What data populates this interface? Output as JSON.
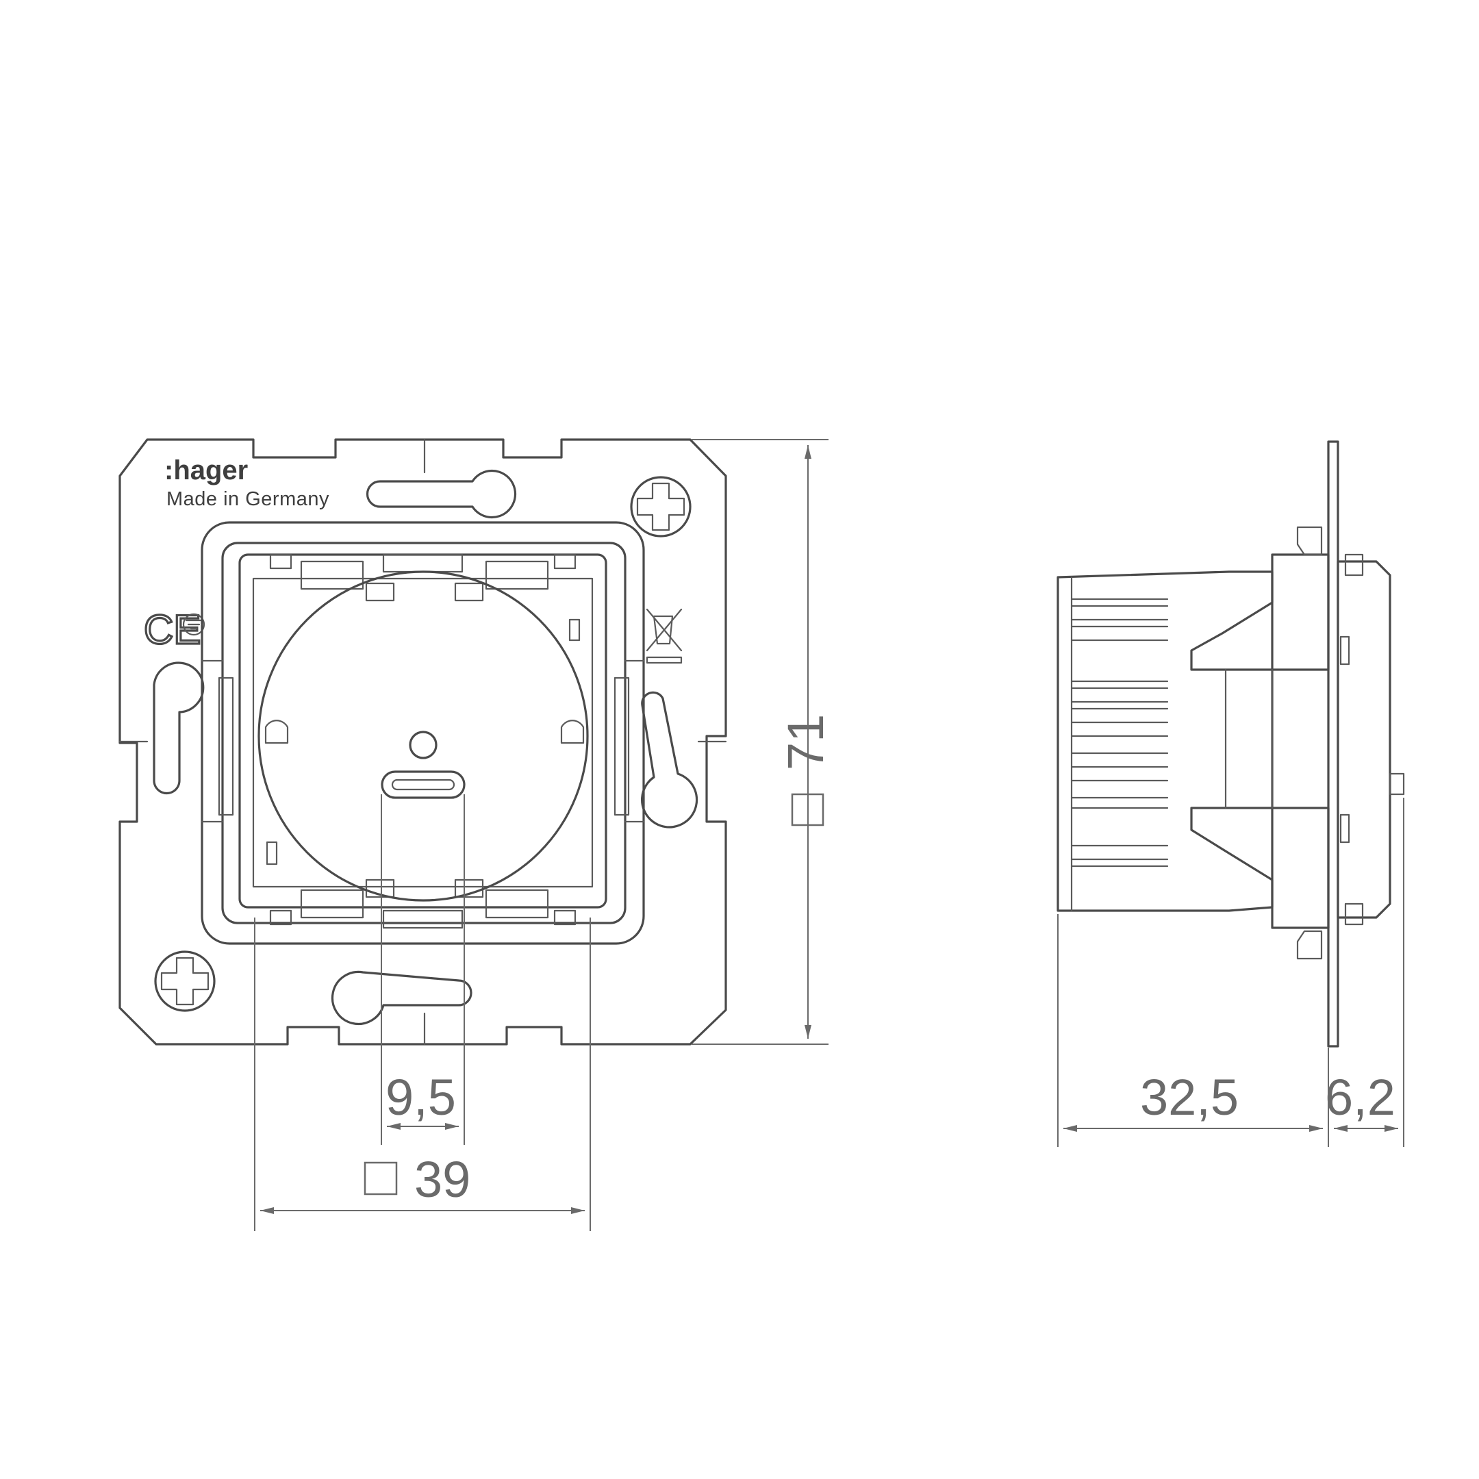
{
  "front_view": {
    "brand": ":hager",
    "origin": "Made in Germany",
    "ce_mark": "CE"
  },
  "dimensions": {
    "height": "71",
    "square_inner": "39",
    "usb_width": "9,5",
    "depth": "32,5",
    "plate_thickness": "6,2"
  },
  "colors": {
    "line": "#4a4a4a",
    "dimension": "#6a6a6a",
    "background": "#ffffff"
  }
}
